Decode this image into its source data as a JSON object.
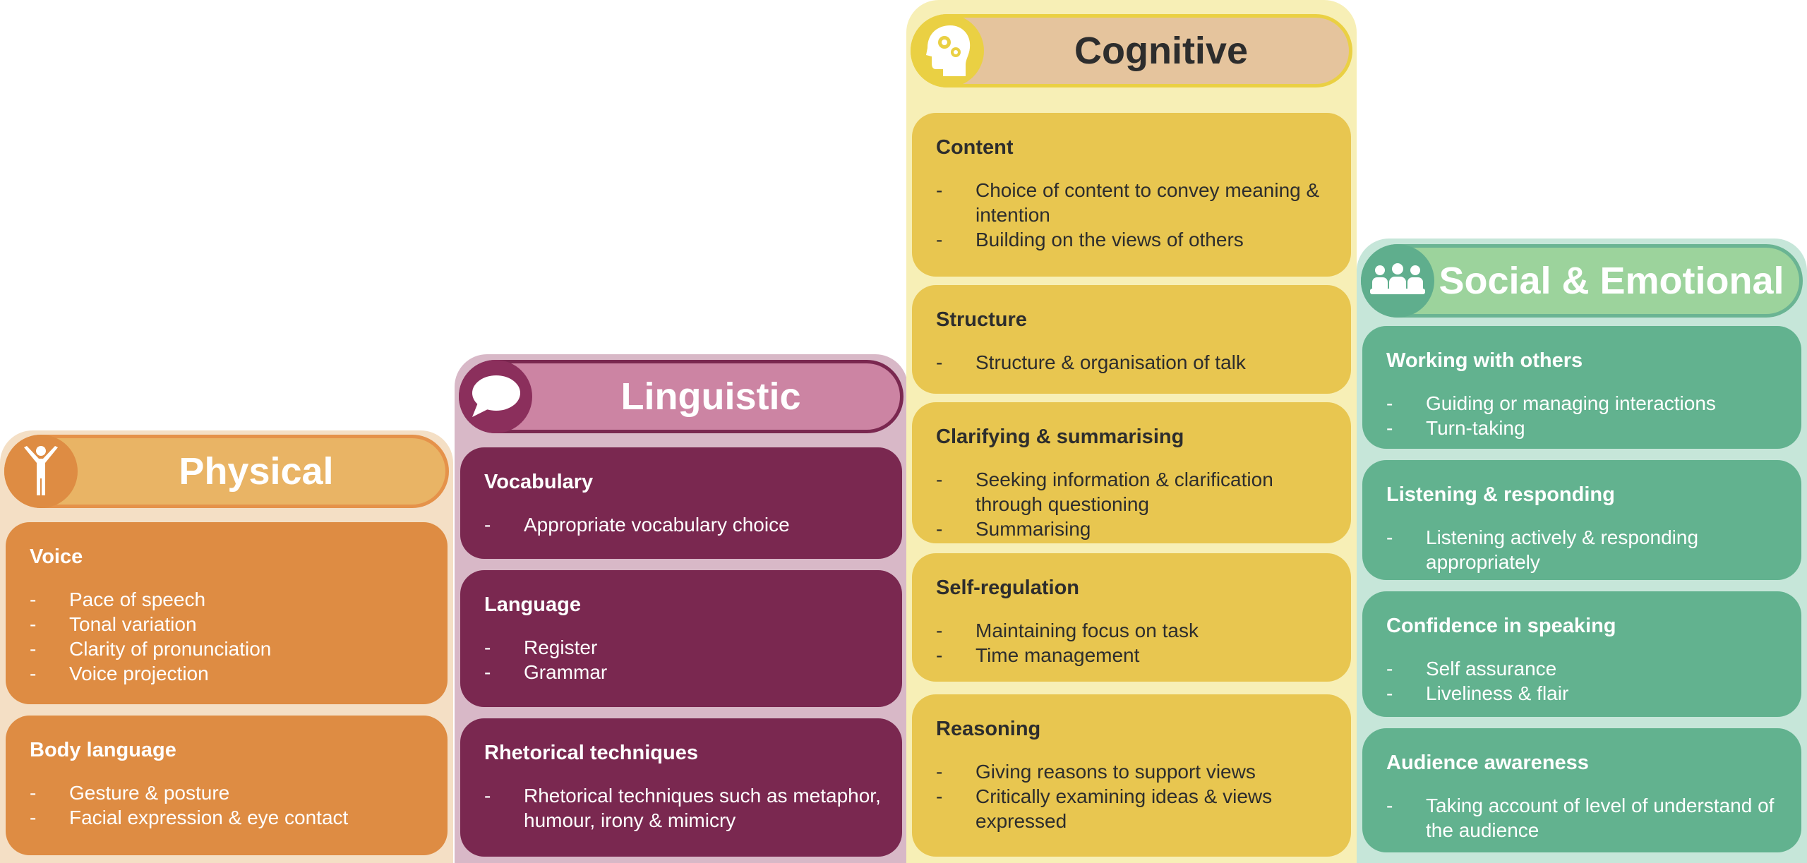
{
  "columns": {
    "physical": {
      "title": "Physical",
      "icon": "person-arms-up-icon",
      "cards": [
        {
          "title": "Voice",
          "items": [
            "Pace of speech",
            "Tonal variation",
            "Clarity of pronunciation",
            "Voice projection"
          ]
        },
        {
          "title": "Body language",
          "items": [
            "Gesture & posture",
            "Facial expression & eye contact"
          ]
        }
      ]
    },
    "linguistic": {
      "title": "Linguistic",
      "icon": "speech-bubble-icon",
      "cards": [
        {
          "title": "Vocabulary",
          "items": [
            "Appropriate vocabulary choice"
          ]
        },
        {
          "title": "Language",
          "items": [
            "Register",
            "Grammar"
          ]
        },
        {
          "title": "Rhetorical techniques",
          "items": [
            "Rhetorical techniques such as metaphor, humour, irony & mimicry"
          ]
        }
      ]
    },
    "cognitive": {
      "title": "Cognitive",
      "icon": "head-gears-icon",
      "cards": [
        {
          "title": "Content",
          "items": [
            "Choice of content to convey meaning & intention",
            "Building on the views of others"
          ]
        },
        {
          "title": "Structure",
          "items": [
            "Structure & organisation of talk"
          ]
        },
        {
          "title": "Clarifying & summarising",
          "items": [
            "Seeking information & clarification through questioning",
            "Summarising"
          ]
        },
        {
          "title": "Self-regulation",
          "items": [
            "Maintaining focus on task",
            "Time management"
          ]
        },
        {
          "title": "Reasoning",
          "items": [
            "Giving reasons to support views",
            "Critically examining ideas & views expressed"
          ]
        }
      ]
    },
    "social": {
      "title": "Social & Emotional",
      "icon": "group-of-people-icon",
      "cards": [
        {
          "title": "Working with others",
          "items": [
            "Guiding or managing interactions",
            "Turn-taking"
          ]
        },
        {
          "title": "Listening & responding",
          "items": [
            "Listening actively & responding appropriately"
          ]
        },
        {
          "title": "Confidence in speaking",
          "items": [
            "Self assurance",
            "Liveliness & flair"
          ]
        },
        {
          "title": "Audience awareness",
          "items": [
            "Taking account of level of understand of the audience"
          ]
        }
      ]
    }
  },
  "colors": {
    "physical": "#de8c43",
    "linguistic": "#7a2850",
    "cognitive": "#e8c650",
    "social": "#62b28f"
  }
}
